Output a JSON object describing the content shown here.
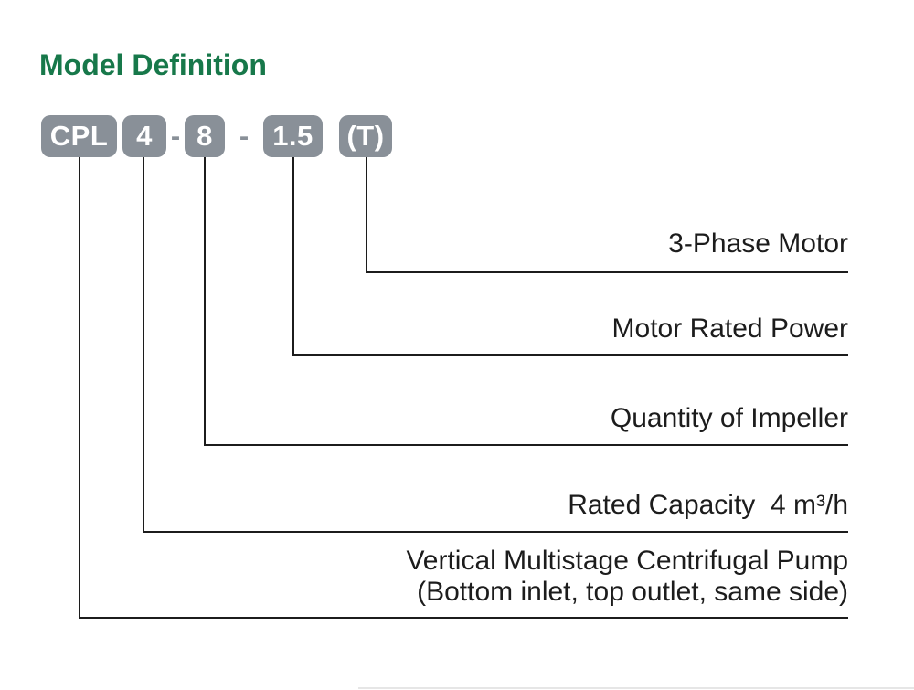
{
  "title": "Model Definition",
  "model_code": {
    "full_code": "CPL 4-8-1.5 (T)",
    "segments": [
      {
        "text": "CPL"
      },
      {
        "text": "4"
      },
      {
        "text": "-"
      },
      {
        "text": "8"
      },
      {
        "text": "-"
      },
      {
        "text": "1.5"
      },
      {
        "text": "(T)"
      }
    ]
  },
  "legend": [
    {
      "code_part": "(T)",
      "label": "3-Phase Motor"
    },
    {
      "code_part": "1.5",
      "label": "Motor Rated Power"
    },
    {
      "code_part": "8",
      "label": "Quantity of Impeller"
    },
    {
      "code_part": "4",
      "label": "Rated Capacity  4 m³/h"
    },
    {
      "code_part": "CPL",
      "label": "Vertical Multistage Centrifugal Pump",
      "label_secondary": "(Bottom inlet, top outlet, same side)"
    }
  ],
  "colors": {
    "title_green": "#17784A",
    "badge_gray": "#899098",
    "line_color": "#1C1C1C",
    "text_color": "#1C1C1C",
    "background": "#FFFFFF"
  }
}
